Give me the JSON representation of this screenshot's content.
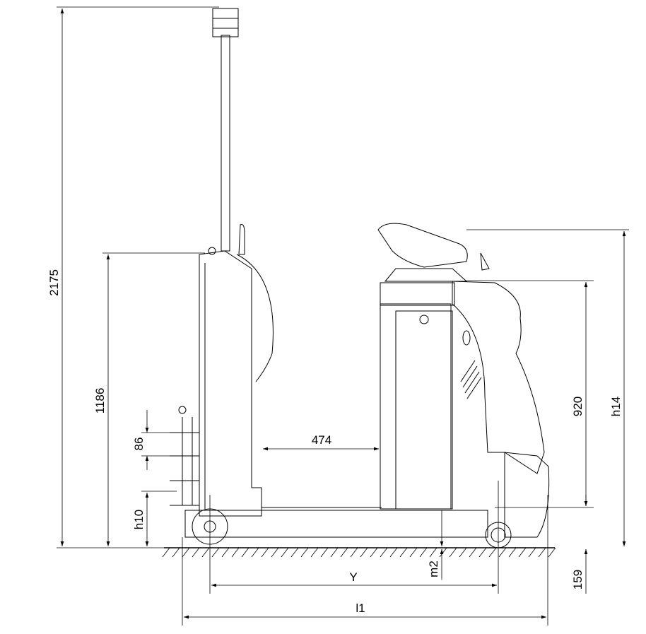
{
  "drawing": {
    "title": "Tow tractor side view dimension drawing",
    "dimensions": {
      "overall_height": "2175",
      "tiller_height": "1186",
      "coupling_pitch": "86",
      "coupling_height": "h10",
      "platform_length": "474",
      "seat_height": "920",
      "steering_height": "h14",
      "wheelbase": "Y",
      "ground_clearance": "m2",
      "ground_offset": "159",
      "overall_length": "l1"
    }
  }
}
